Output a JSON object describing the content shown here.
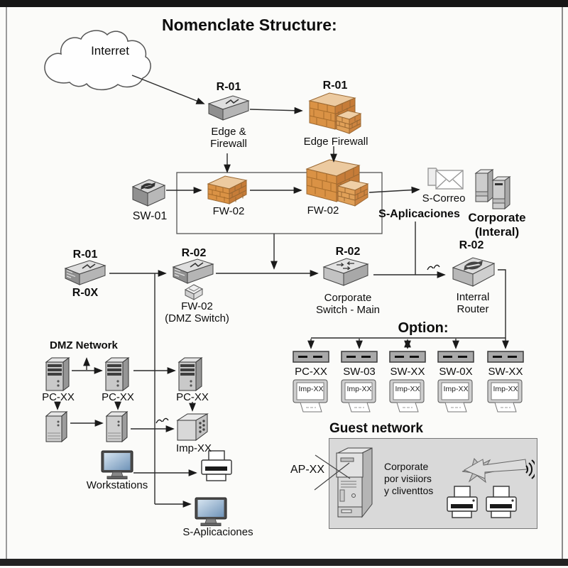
{
  "title": "Nomenclate Structure:",
  "palette": {
    "brick": "#da9245",
    "brick_dark": "#9a6832",
    "device_gray": "#c9c9c9",
    "guest_panel": "#d9d9d9",
    "screen_blue": "#8fb0cf"
  },
  "cloud": {
    "label": "Interret"
  },
  "edge_router": {
    "id": "R-01",
    "caption1": "Edge &",
    "caption2": "Firewall"
  },
  "edge_firewall": {
    "id": "R-01",
    "caption": "Edge Firewall"
  },
  "sw01": {
    "label": "SW-01"
  },
  "fw02a": {
    "label": "FW-02"
  },
  "fw02b": {
    "label": "FW-02"
  },
  "s_correo": {
    "label": "S-Correo"
  },
  "s_aplicaciones": {
    "label": "S-Aplicaciones"
  },
  "corporate_servers": {
    "caption1": "Corporate",
    "caption2": "(Interal)"
  },
  "left_router": {
    "id": "R-01",
    "caption": "R-0X"
  },
  "dmz_switch": {
    "id": "R-02",
    "caption1": "FW-02",
    "caption2": "(DMZ Switch)"
  },
  "corporate_switch": {
    "id": "R-02",
    "caption1": "Corporate",
    "caption2": "Switch - Main"
  },
  "internal_router": {
    "id": "R-02",
    "caption1": "Interral",
    "caption2": "Router"
  },
  "option": {
    "label": "Option:",
    "switches": [
      {
        "label": "PC-XX",
        "printer": "Imp-XX"
      },
      {
        "label": "SW-03",
        "printer": "Imp-XX"
      },
      {
        "label": "SW-XX",
        "printer": "Imp-XX"
      },
      {
        "label": "SW-0X",
        "printer": "Imp-XX"
      },
      {
        "label": "SW-XX",
        "printer": "Imp-XX"
      }
    ]
  },
  "dmz": {
    "label": "DMZ Network",
    "pcs": [
      "PC-XX",
      "PC-XX",
      "PC-XX"
    ],
    "printer_cube": "Imp-XX",
    "workstations": "Workstations",
    "app_monitor": "S-Aplicaciones"
  },
  "guest": {
    "title": "Guest network",
    "ap_label": "AP-XX",
    "caption1": "Corporate",
    "caption2": "por visiiors",
    "caption3": "y cliventtos"
  }
}
